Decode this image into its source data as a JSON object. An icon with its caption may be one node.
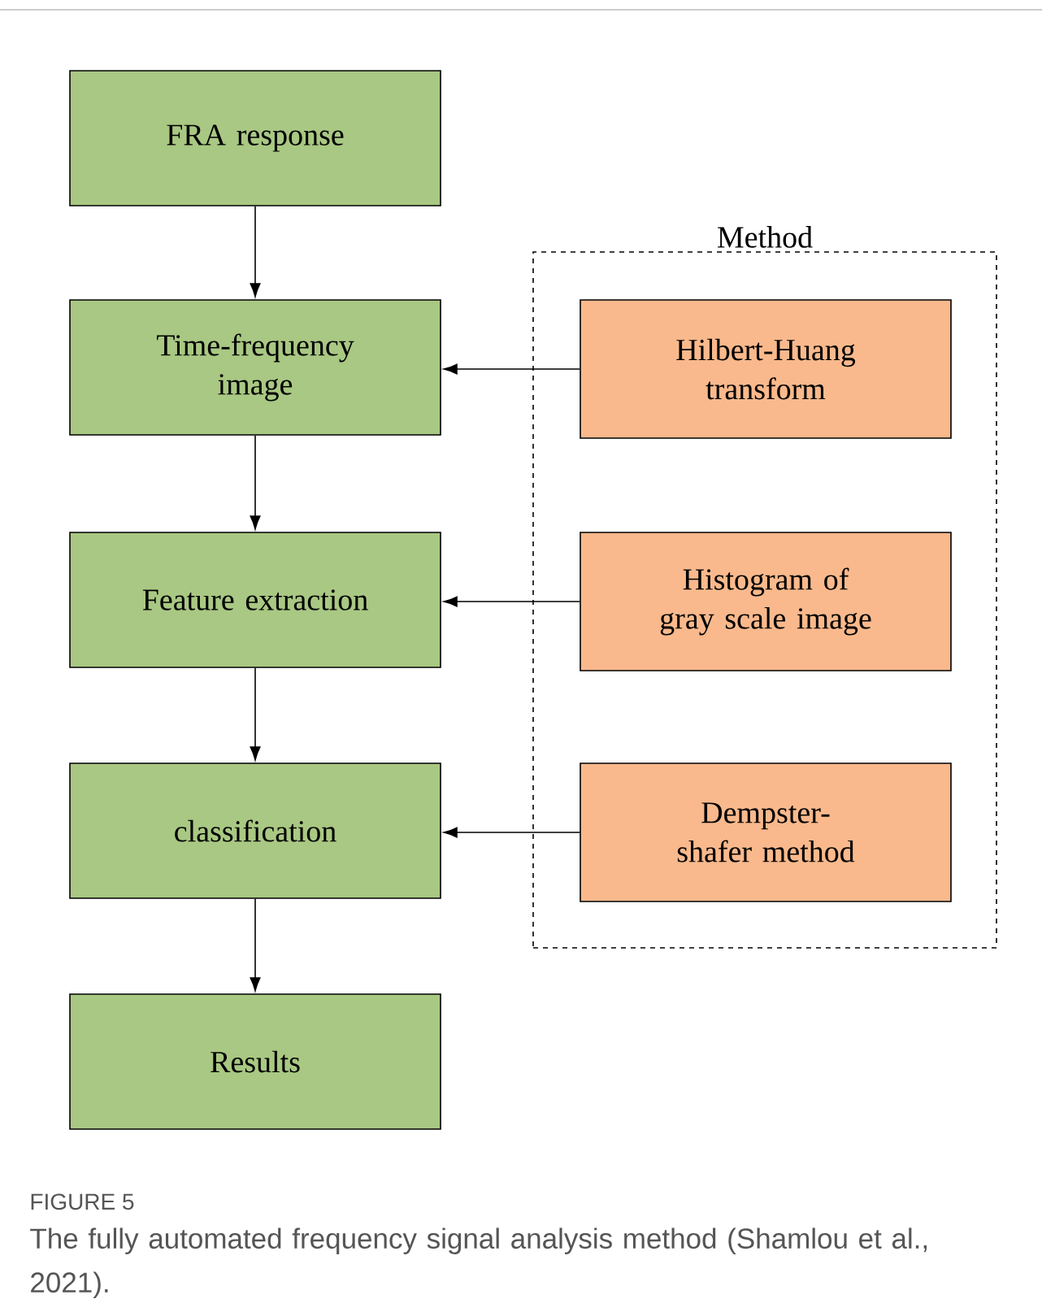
{
  "diagram": {
    "caption": "The fully automated frequency signal analysis method (Shamlou et al., 2021).",
    "nodes": [
      {
        "text": [
          "FRA response"
        ]
      },
      {
        "text": [
          "Time-frequency image"
        ]
      },
      {
        "text": [
          "Feature extraction"
        ]
      },
      {
        "text": [
          "classification"
        ]
      },
      {
        "text": [
          "Results"
        ]
      },
      {
        "text": [
          "Method"
        ]
      },
      {
        "text": [
          "Hilbert-Huang transform"
        ],
        "in": 5
      },
      {
        "text": [
          "Histogram of gray scale image"
        ],
        "in": 5
      },
      {
        "text": [
          "Dempster-shafer method"
        ],
        "in": 5
      }
    ],
    "edges": [
      {
        "from": 0,
        "to": 1,
        "arrow": "to"
      },
      {
        "from": 1,
        "to": 2,
        "arrow": "to"
      },
      {
        "from": 2,
        "to": 3,
        "arrow": "to"
      },
      {
        "from": 3,
        "to": 4,
        "arrow": "to"
      },
      {
        "from": 6,
        "to": 1,
        "arrow": "to"
      },
      {
        "from": 7,
        "to": 2,
        "arrow": "to"
      },
      {
        "from": 8,
        "to": 3,
        "arrow": "to"
      }
    ],
    "labels": [
      "FIGURE 5"
    ]
  }
}
